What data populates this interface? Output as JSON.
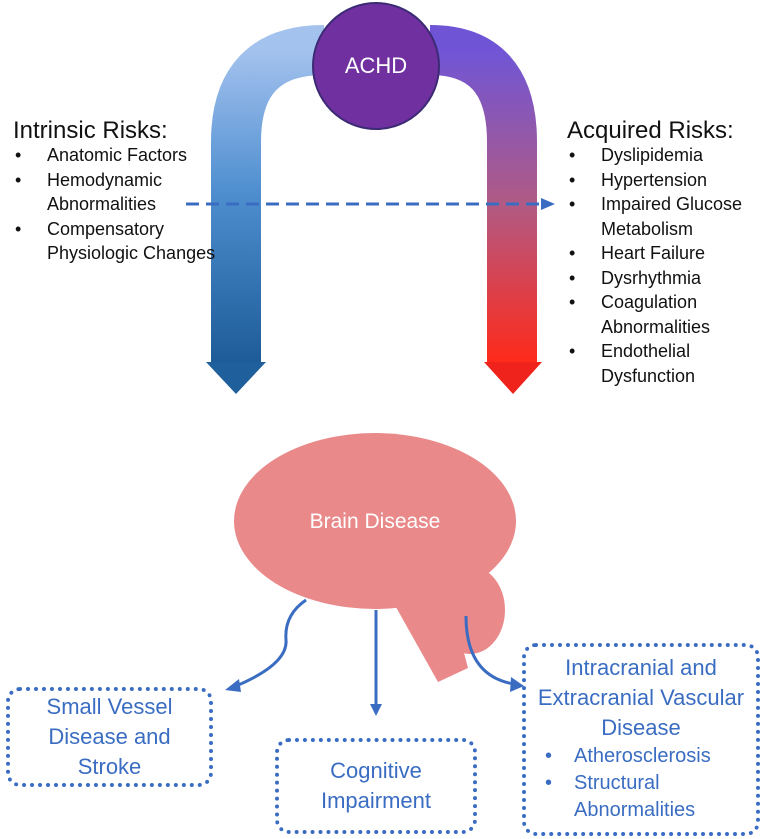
{
  "center": {
    "label": "ACHD"
  },
  "intrinsic": {
    "heading": "Intrinsic Risks:",
    "items": [
      "Anatomic Factors",
      "Hemodynamic Abnormalities",
      "Compensatory Physiologic Changes"
    ]
  },
  "acquired": {
    "heading": "Acquired Risks:",
    "items": [
      "Dyslipidemia",
      "Hypertension",
      "Impaired Glucose Metabolism",
      "Heart Failure",
      "Dysrhythmia",
      "Coagulation Abnormalities",
      "Endothelial Dysfunction"
    ]
  },
  "brain": {
    "label": "Brain Disease"
  },
  "outcomes": {
    "small_vessel": "Small Vessel Disease and Stroke",
    "cognitive": "Cognitive Impairment",
    "vascular": {
      "title": "Intracranial and Extracranial Vascular Disease",
      "items": [
        "Atherosclerosis",
        "Structural Abnormalities"
      ]
    }
  },
  "colors": {
    "achd": "#7030a0",
    "left_arrow": [
      "#9fbfea",
      "#1f5f9b"
    ],
    "right_arrow": [
      "#7a5cd0",
      "#ff2a1a"
    ],
    "brain": "#e9898a",
    "outcome_border": "#3a6dc2"
  }
}
